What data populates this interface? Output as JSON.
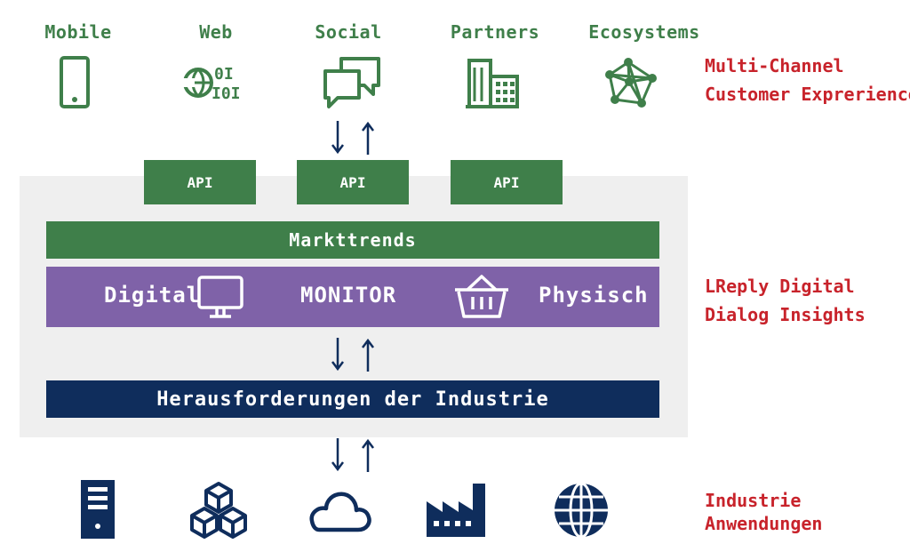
{
  "channels": [
    {
      "label": "Mobile",
      "icon": "mobile-phone-icon"
    },
    {
      "label": "Web",
      "icon": "web-globe-binary-icon"
    },
    {
      "label": "Social",
      "icon": "chat-bubbles-icon"
    },
    {
      "label": "Partners",
      "icon": "buildings-icon"
    },
    {
      "label": "Ecosystems",
      "icon": "network-nodes-icon"
    }
  ],
  "layers": {
    "top": {
      "line1": "Multi-Channel",
      "line2": "Customer Exprerience"
    },
    "middle": {
      "line1": "LReply Digital",
      "line2": "Dialog Insights"
    },
    "bottom": {
      "line1": "Industrie",
      "line2": "Anwendungen"
    }
  },
  "api_boxes": [
    "API",
    "API",
    "API"
  ],
  "markttrends": "Markttrends",
  "monitor": {
    "left_label": "Digital",
    "center_label": "MONITOR",
    "right_label": "Physisch",
    "left_icon": "desktop-monitor-icon",
    "right_icon": "shopping-basket-icon"
  },
  "challenges": "Herausforderungen der Industrie",
  "industry_icons": [
    "server-tower-icon",
    "stacked-cubes-icon",
    "cloud-icon",
    "factory-icon",
    "globe-icon"
  ],
  "colors": {
    "green": "#3f7f4a",
    "purple": "#7f62a8",
    "navy": "#0f2d5c",
    "red": "#c8232b",
    "panel": "#efefef"
  }
}
